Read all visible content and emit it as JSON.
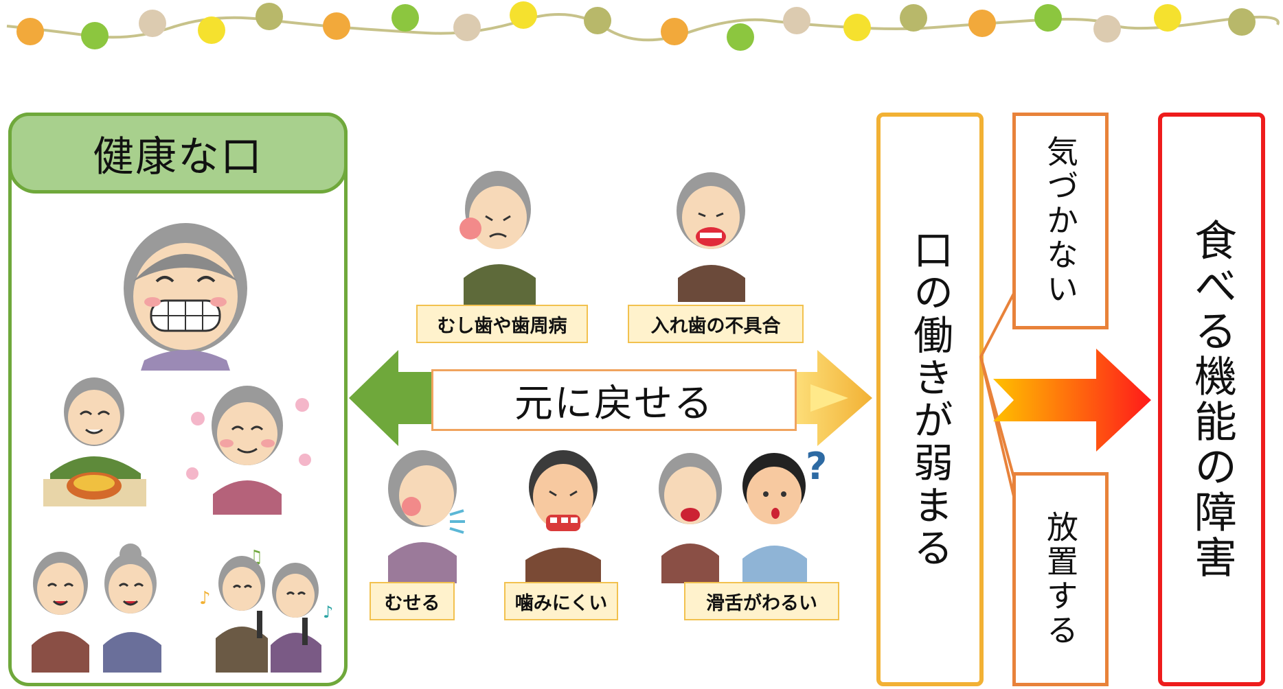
{
  "healthy_panel": {
    "title": "健康な口"
  },
  "problems": {
    "top": [
      {
        "label": "むし歯や歯周病"
      },
      {
        "label": "入れ歯の不具合"
      }
    ],
    "bottom": [
      {
        "label": "むせる"
      },
      {
        "label": "噛みにくい"
      },
      {
        "label": "滑舌がわるい"
      }
    ]
  },
  "recover_banner": {
    "text": "元に戻せる"
  },
  "weak_box": {
    "text": "口の働きが弱まる"
  },
  "unaware_box": {
    "text": "気づかない"
  },
  "neglect_box": {
    "text": "放置する"
  },
  "disorder_box": {
    "text": "食べる機能の障害"
  },
  "colors": {
    "healthy_green": "#6fa83b",
    "healthy_header": "#a8d08d",
    "tag_fill": "#fff2cc",
    "tag_border": "#f2c14e",
    "weak_border": "#f2b134",
    "branch_border": "#e8823a",
    "disorder_border": "#ee1c1c"
  }
}
